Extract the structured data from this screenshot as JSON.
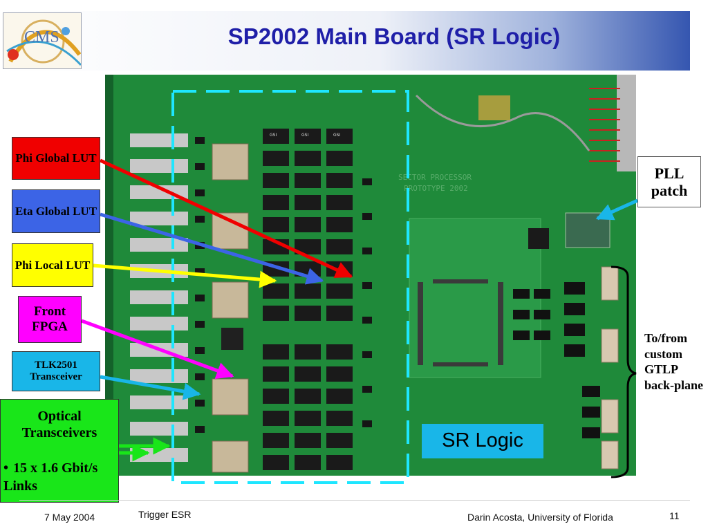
{
  "slide": {
    "title": "SP2002 Main Board (SR Logic)",
    "logo_text": "CMS"
  },
  "board": {
    "silkscreen_line1": "SECTOR PROCESSOR",
    "silkscreen_line2": "PROTOTYPE 2002",
    "chip_label": "GSI"
  },
  "labels": {
    "phi_global": "Phi Global LUT",
    "eta_global": "Eta Global LUT",
    "phi_local": "Phi Local LUT",
    "front_fpga": "Front FPGA",
    "tlk2501": "TLK2501 Transceiver",
    "optical_title": "Optical Transceivers",
    "optical_bullet": "15 x 1.6 Gbit/s Links",
    "pll_patch": "PLL patch",
    "sr_logic": "SR Logic",
    "to_from": "To/from custom GTLP back-plane"
  },
  "colors": {
    "title": "#1f1fa8",
    "phi_global": "#f00000",
    "eta_global": "#3c64e6",
    "phi_local": "#ffff00",
    "front_fpga": "#ff00ff",
    "tlk2501": "#19b6e8",
    "optical": "#19e619",
    "sr_logic_outline": "#1ee6ff",
    "board": "#1f8a3a"
  },
  "footer": {
    "date": "7 May 2004",
    "event": "Trigger ESR",
    "author": "Darin Acosta, University of Florida",
    "page": "11"
  }
}
